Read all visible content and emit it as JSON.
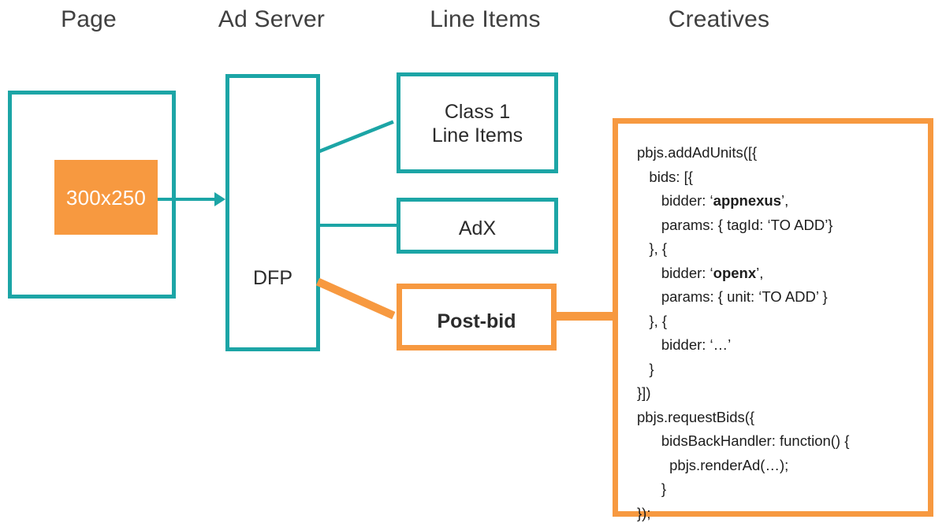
{
  "headers": {
    "page": "Page",
    "ad_server": "Ad Server",
    "line_items": "Line Items",
    "creatives": "Creatives"
  },
  "boxes": {
    "page": {
      "label": ""
    },
    "creative_slot": {
      "label": "300x250"
    },
    "dfp": {
      "label": "DFP"
    },
    "class1": {
      "label": "Class 1\nLine Items"
    },
    "adx": {
      "label": "AdX"
    },
    "postbid": {
      "label": "Post-bid"
    }
  },
  "code_panel": {
    "lines": [
      {
        "text": "pbjs.addAdUnits([{",
        "bold_part": ""
      },
      {
        "text": "   bids: [{",
        "bold_part": ""
      },
      {
        "text": "      bidder: ‘",
        "bold_part": "appnexus",
        "suffix": "’,"
      },
      {
        "text": "      params: { tagId: ‘TO ADD’}",
        "bold_part": ""
      },
      {
        "text": "   }, {",
        "bold_part": ""
      },
      {
        "text": "      bidder: ‘",
        "bold_part": "openx",
        "suffix": "’,"
      },
      {
        "text": "      params: { unit: ‘TO ADD’ }",
        "bold_part": ""
      },
      {
        "text": "   }, {",
        "bold_part": ""
      },
      {
        "text": "      bidder: ‘…’",
        "bold_part": ""
      },
      {
        "text": "   }",
        "bold_part": ""
      },
      {
        "text": "}])",
        "bold_part": ""
      },
      {
        "text": "pbjs.requestBids({",
        "bold_part": ""
      },
      {
        "text": "      bidsBackHandler: function() {",
        "bold_part": ""
      },
      {
        "text": "        pbjs.renderAd(…);",
        "bold_part": ""
      },
      {
        "text": "      }",
        "bold_part": ""
      },
      {
        "text": "});",
        "bold_part": ""
      }
    ]
  },
  "colors": {
    "teal": "#1CA5A6",
    "orange": "#F79940",
    "text": "#2b2b2b",
    "header_text": "#404040",
    "background": "#ffffff"
  },
  "connectors": {
    "page_to_dfp": "arrow",
    "dfp_to_class1": "diagonal-teal",
    "dfp_to_adx": "horizontal-teal",
    "dfp_to_postbid": "diagonal-orange",
    "postbid_to_creatives": "horizontal-orange"
  }
}
